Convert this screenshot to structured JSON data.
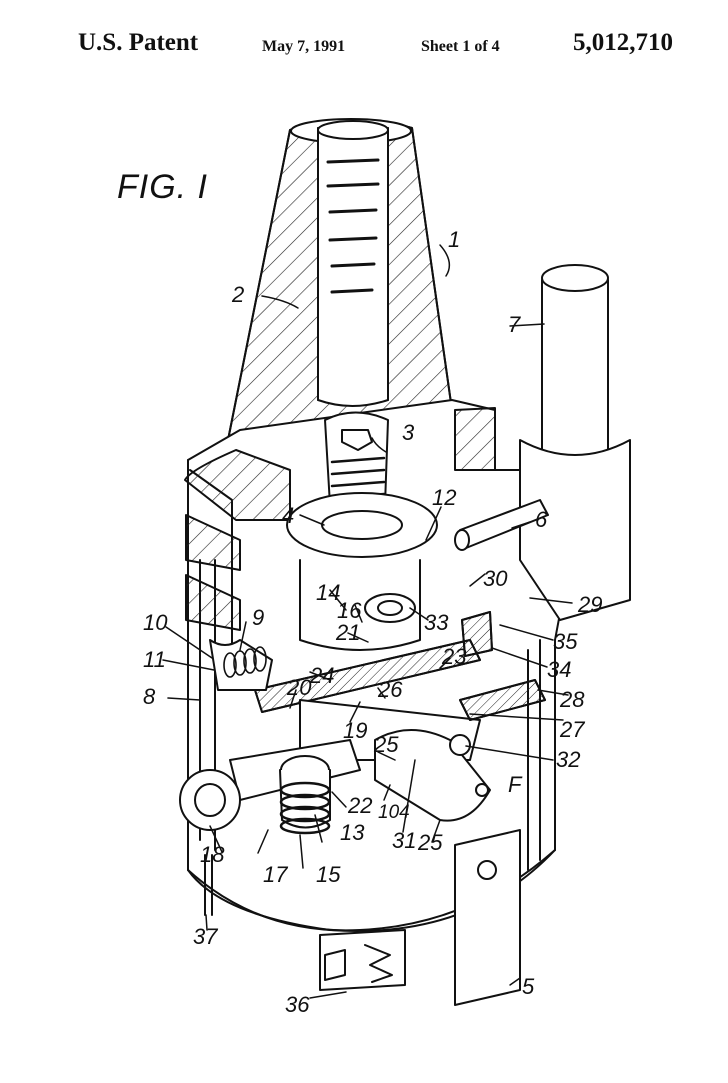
{
  "header": {
    "office": "U.S. Patent",
    "date": "May 7, 1991",
    "sheet": "Sheet 1 of 4",
    "patent_number": "5,012,710"
  },
  "figure": {
    "label": "FIG. I",
    "reference_numerals": {
      "n1": "1",
      "n2": "2",
      "n3": "3",
      "n4": "4",
      "n5": "5",
      "n6": "6",
      "n7": "7",
      "n8": "8",
      "n9": "9",
      "n10": "10",
      "n11": "11",
      "n12": "12",
      "n13": "13",
      "n14": "14",
      "n15": "15",
      "n16": "16",
      "n17": "17",
      "n18": "18",
      "n19": "19",
      "n20": "20",
      "n21": "21",
      "n22": "22",
      "n23": "23",
      "n24": "24",
      "n25a": "25",
      "n25b": "25",
      "n26": "26",
      "n27": "27",
      "n28": "28",
      "n29": "29",
      "n30": "30",
      "n31": "31",
      "n32": "32",
      "n33": "33",
      "n34": "34",
      "n35": "35",
      "n36": "36",
      "n37": "37",
      "n104": "104",
      "nF": "F"
    }
  }
}
